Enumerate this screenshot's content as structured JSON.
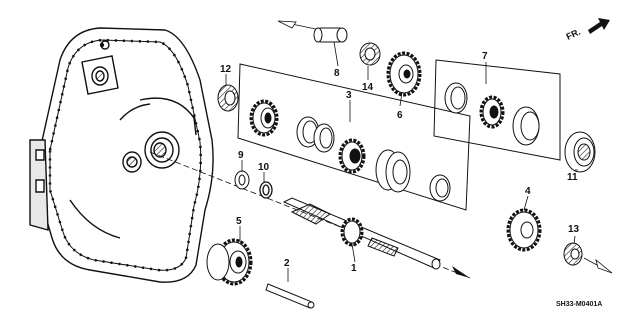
{
  "diagram": {
    "orientation_label": "FR.",
    "drawing_code": "SH33-M0401A",
    "callouts": [
      {
        "id": "c1",
        "text": "1"
      },
      {
        "id": "c2",
        "text": "2"
      },
      {
        "id": "c3",
        "text": "3"
      },
      {
        "id": "c4",
        "text": "4"
      },
      {
        "id": "c5",
        "text": "5"
      },
      {
        "id": "c6",
        "text": "6"
      },
      {
        "id": "c7",
        "text": "7"
      },
      {
        "id": "c8",
        "text": "8"
      },
      {
        "id": "c9",
        "text": "9"
      },
      {
        "id": "c10",
        "text": "10"
      },
      {
        "id": "c11",
        "text": "11"
      },
      {
        "id": "c12",
        "text": "12"
      },
      {
        "id": "c13",
        "text": "13"
      },
      {
        "id": "c14",
        "text": "14"
      }
    ]
  }
}
